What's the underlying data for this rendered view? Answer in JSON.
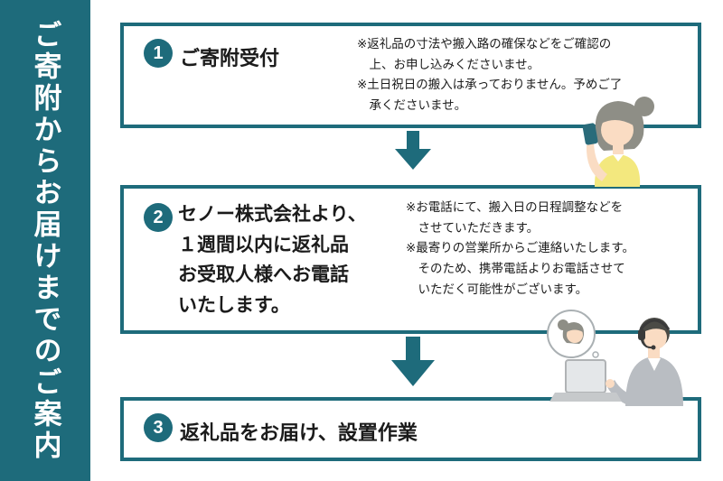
{
  "colors": {
    "accent": "#1e6b7b",
    "ink": "#1b1b1b",
    "background": "#ffffff"
  },
  "sidebar": {
    "title": "ご寄附からお届けまでのご案内"
  },
  "steps": [
    {
      "number": "1",
      "title": "ご寄附受付",
      "notes": [
        "※返礼品の寸法や搬入路の確保などをご確認の\n　上、お申し込みくださいませ。",
        "※土日祝日の搬入は承っておりません。予めご了\n　承くださいませ。"
      ]
    },
    {
      "number": "2",
      "title": "セノー株式会社より、\n１週間以内に返礼品\nお受取人様へお電話\nいたします。",
      "notes": [
        "※お電話にて、搬入日の日程調整などを\n　させていただきます。",
        "※最寄りの営業所からご連絡いたします。\n　そのため、携帯電話よりお電話させて\n　いただく可能性がございます。"
      ]
    },
    {
      "number": "3",
      "title": "返礼品をお届け、設置作業",
      "notes": []
    }
  ],
  "icons": {
    "flow_arrow": "down-arrow"
  },
  "illustrations": {
    "top_right": "woman-holding-smartphone",
    "bottom_right": "call-center-agent-with-headset-and-laptop"
  }
}
